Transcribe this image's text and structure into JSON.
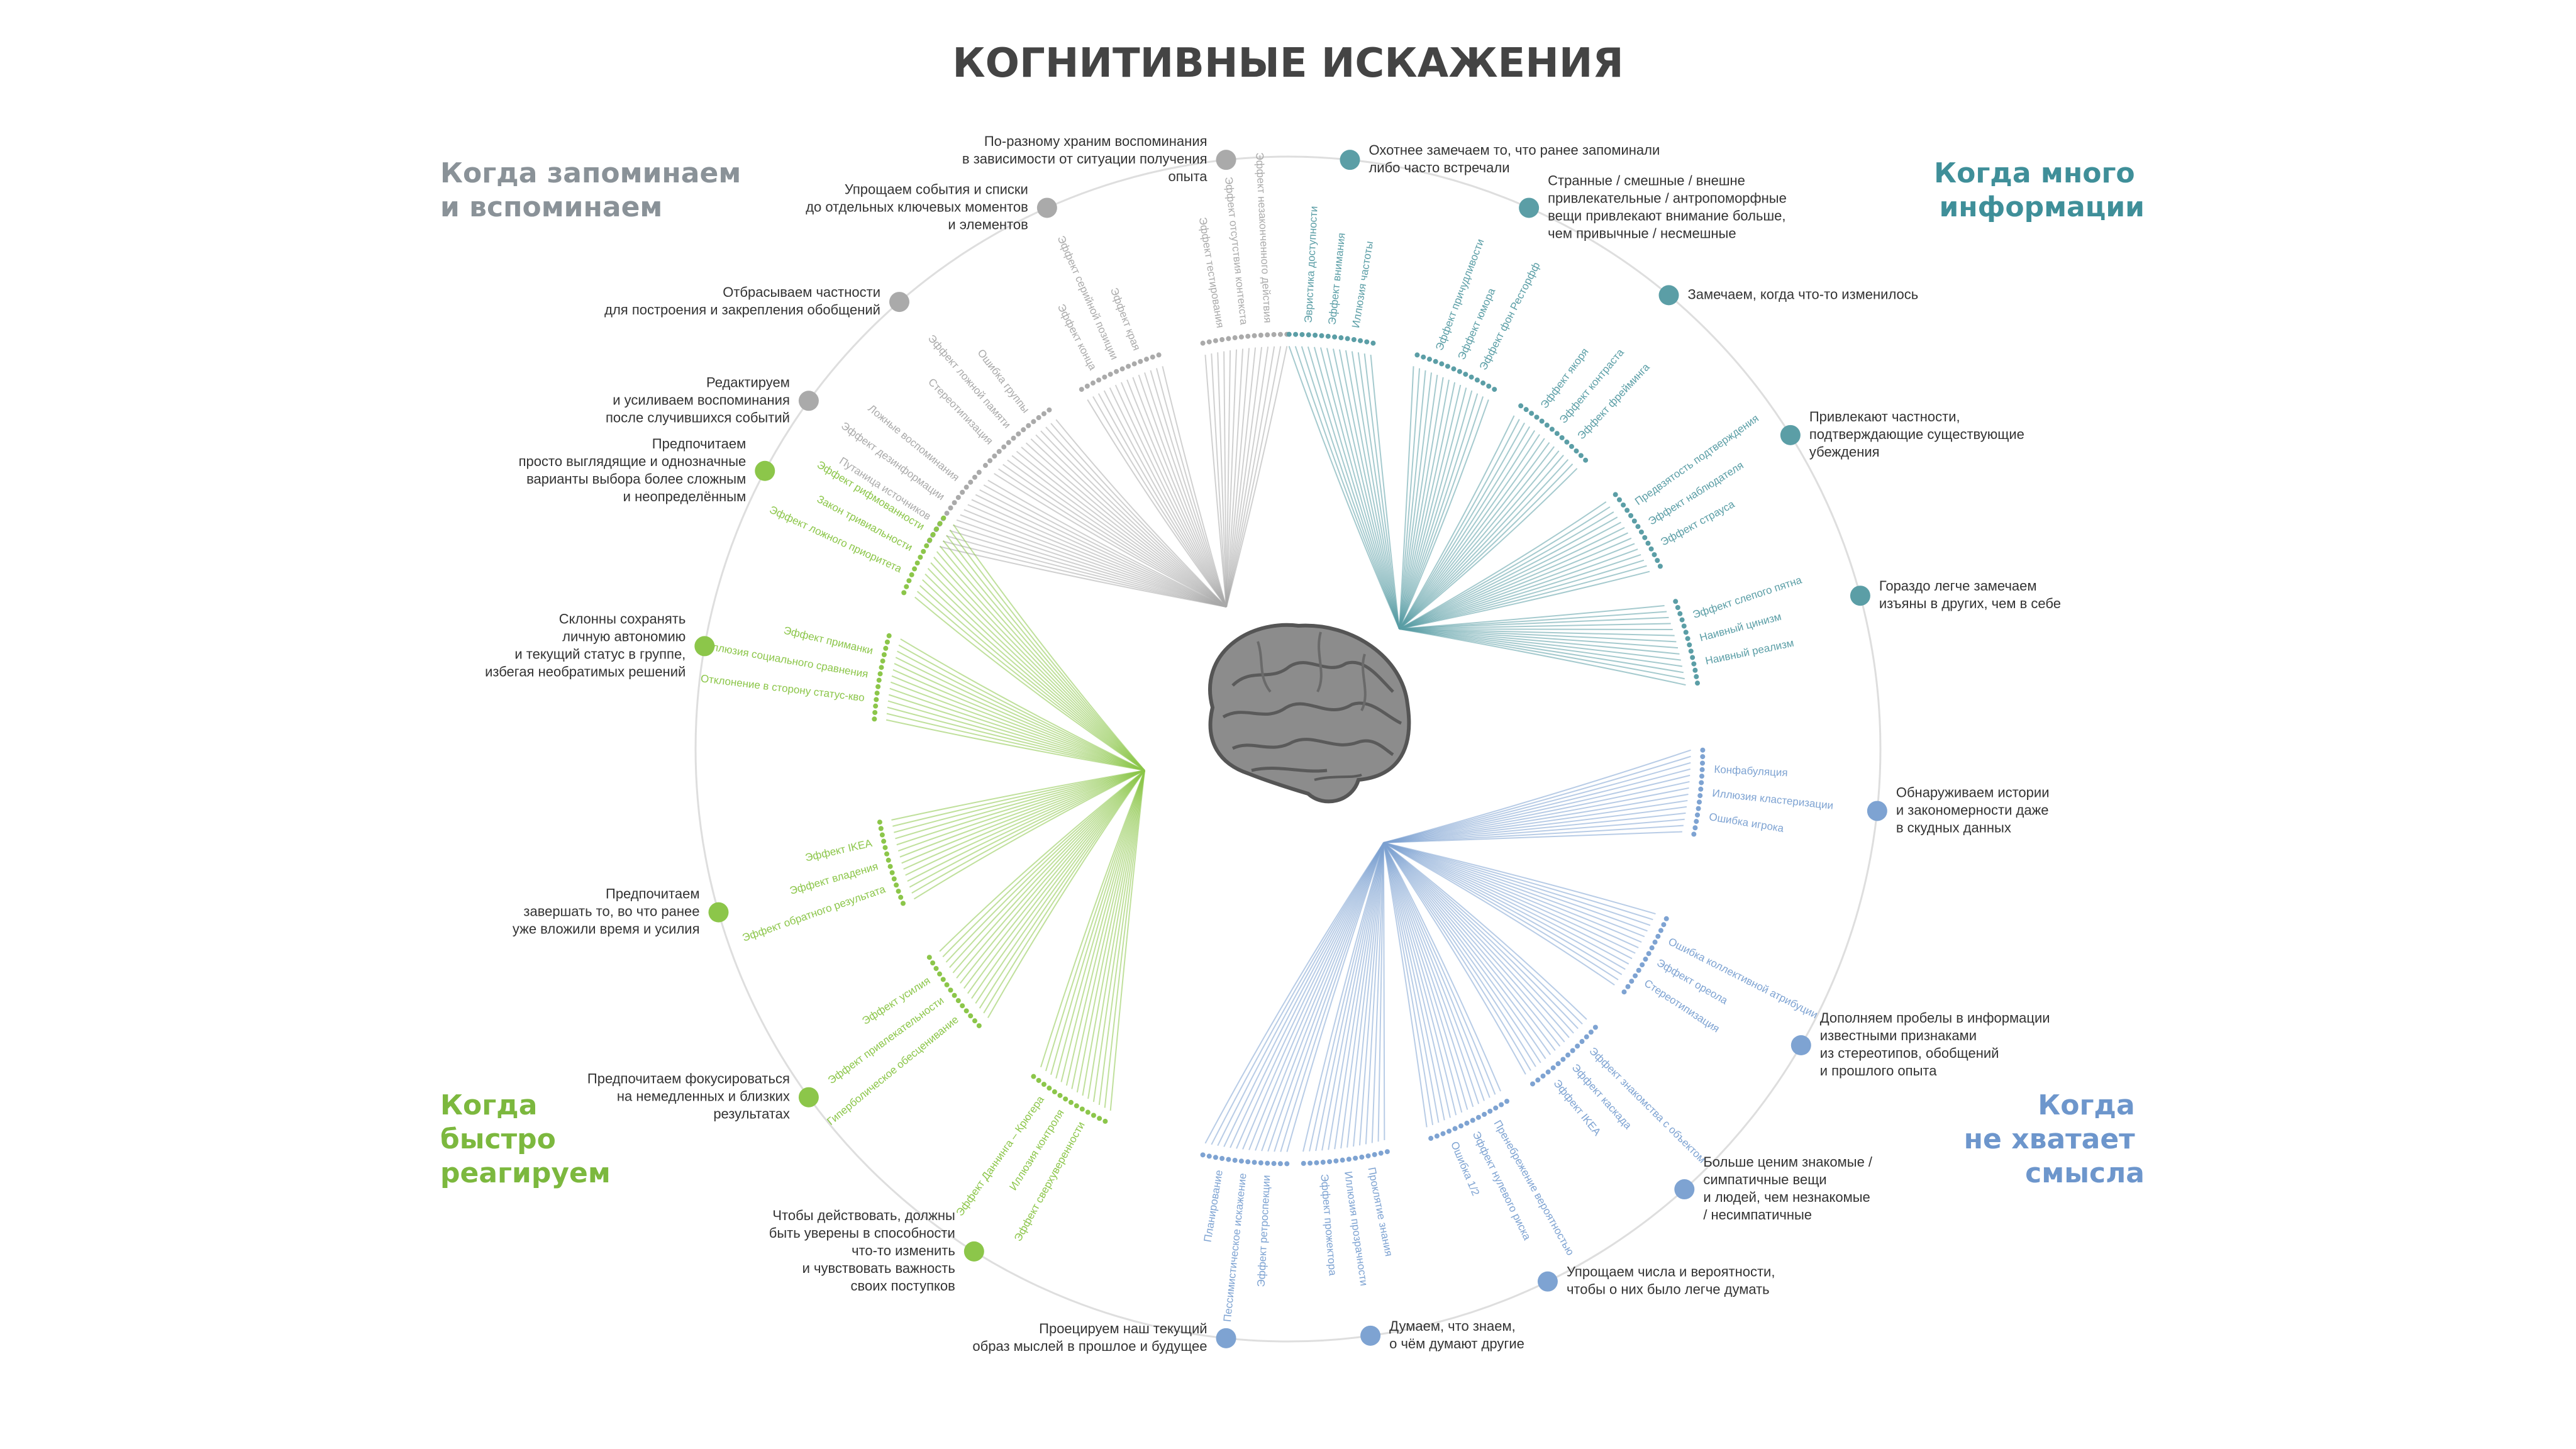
{
  "title": "КОГНИТИВНЫЕ ИСКАЖЕНИЯ",
  "colors": {
    "grey": "#9e9e9e",
    "teal": "#5b9ea6",
    "blue": "#7ea3d2",
    "green": "#8cc64a",
    "title": "#444444",
    "ring": "#dddddd"
  },
  "quadrants": {
    "remember": {
      "lines": [
        "Когда запоминаем",
        "и вспоминаем"
      ],
      "color": "#8a9298"
    },
    "info": {
      "lines": [
        "Когда много",
        "информации"
      ],
      "color": "#3f8f99"
    },
    "meaning": {
      "lines": [
        "Когда",
        "не хватает",
        "смысла"
      ],
      "color": "#6d96cc"
    },
    "react": {
      "lines": [
        "Когда",
        "быстро",
        "реагируем"
      ],
      "color": "#7cb83e"
    }
  },
  "brain_icon": "brain-icon",
  "categories": [
    {
      "lines": [
        "По-разному храним воспоминания",
        "в зависимости от ситуации получения",
        "опыта"
      ],
      "color": "#aaaaaa",
      "leaves": [
        "Эффект тестирования",
        "Эффект отсутствия контекста",
        "Эффект незаконченного действия"
      ]
    },
    {
      "lines": [
        "Упрощаем события и списки",
        "до отдельных ключевых моментов",
        "и элементов"
      ],
      "color": "#aaaaaa",
      "leaves": [
        "Эффект конца",
        "Эффект серийной позиции",
        "Эффект края"
      ]
    },
    {
      "lines": [
        "Отбрасываем частности",
        "для построения и закрепления обобщений"
      ],
      "color": "#aaaaaa",
      "leaves": [
        "Стереотипизация",
        "Эффект ложной памяти",
        "Ошибка группы"
      ]
    },
    {
      "lines": [
        "Редактируем",
        "и усиливаем воспоминания",
        "после случившихся событий"
      ],
      "color": "#aaaaaa",
      "leaves": [
        "Путаница источников",
        "Эффект дезинформации",
        "Ложные воспоминания"
      ]
    },
    {
      "lines": [
        "Охотнее замечаем то, что ранее запоминали",
        "либо часто встречали"
      ],
      "color": "#5b9ea6",
      "leaves": [
        "Эвристика доступности",
        "Эффект внимания",
        "Иллюзия частоты"
      ]
    },
    {
      "lines": [
        "Странные / смешные / внешне",
        "привлекательные / антропоморфные",
        "вещи привлекают внимание больше,",
        "чем привычные / несмешные"
      ],
      "color": "#5b9ea6",
      "leaves": [
        "Эффект причудливости",
        "Эффект юмора",
        "Эффект фон Ресторфф"
      ]
    },
    {
      "lines": [
        "Замечаем, когда что-то изменилось"
      ],
      "color": "#5b9ea6",
      "leaves": [
        "Эффект якоря",
        "Эффект контраста",
        "Эффект фрейминга"
      ]
    },
    {
      "lines": [
        "Привлекают частности,",
        "подтверждающие существующие",
        "убеждения"
      ],
      "color": "#5b9ea6",
      "leaves": [
        "Предвзятость подтверждения",
        "Эффект наблюдателя",
        "Эффект страуса"
      ]
    },
    {
      "lines": [
        "Гораздо легче замечаем",
        "изъяны в других, чем в себе"
      ],
      "color": "#5b9ea6",
      "leaves": [
        "Эффект слепого пятна",
        "Наивный цинизм",
        "Наивный реализм"
      ]
    },
    {
      "lines": [
        "Обнаруживаем истории",
        "и закономерности даже",
        "в скудных данных"
      ],
      "color": "#7ea3d2",
      "leaves": [
        "Конфабуляция",
        "Иллюзия кластеризации",
        "Ошибка игрока"
      ]
    },
    {
      "lines": [
        "Дополняем пробелы в информации",
        "известными признаками",
        "из стереотипов, обобщений",
        "и прошлого опыта"
      ],
      "color": "#7ea3d2",
      "leaves": [
        "Ошибка коллективной атрибуции",
        "Эффект ореола",
        "Стереотипизация"
      ]
    },
    {
      "lines": [
        "Больше ценим знакомые /",
        "симпатичные вещи",
        "и людей, чем незнакомые",
        "/ несимпатичные"
      ],
      "color": "#7ea3d2",
      "leaves": [
        "Эффект знакомства с объектом",
        "Эффект каскада",
        "Эффект IKEA"
      ]
    },
    {
      "lines": [
        "Упрощаем числа и вероятности,",
        "чтобы о них было легче думать"
      ],
      "color": "#7ea3d2",
      "leaves": [
        "Пренебрежение вероятностью",
        "Эффект нулевого риска",
        "Ошибка 1/2"
      ]
    },
    {
      "lines": [
        "Думаем, что знаем,",
        "о чём думают другие"
      ],
      "color": "#7ea3d2",
      "leaves": [
        "Проклятие знания",
        "Иллюзия прозрачности",
        "Эффект прожектора"
      ]
    },
    {
      "lines": [
        "Проецируем наш текущий",
        "образ мыслей в прошлое и будущее"
      ],
      "color": "#7ea3d2",
      "leaves": [
        "Эффект ретроспекции",
        "Пессимистическое искажение",
        "Планирование"
      ]
    },
    {
      "lines": [
        "Чтобы действовать, должны",
        "быть уверены в способности",
        "что-то изменить",
        "и чувствовать важность",
        "своих поступков"
      ],
      "color": "#8cc64a",
      "leaves": [
        "Эффект сверхуверенности",
        "Иллюзия контроля",
        "Эффект Даннинга – Крюгера"
      ]
    },
    {
      "lines": [
        "Предпочитаем фокусироваться",
        "на немедленных и близких",
        "результатах"
      ],
      "color": "#8cc64a",
      "leaves": [
        "Гиперболическое обесценивание",
        "Эффект привлекательности",
        "Эффект усилия"
      ]
    },
    {
      "lines": [
        "Предпочитаем",
        "завершать то, во что ранее",
        "уже вложили время и усилия"
      ],
      "color": "#8cc64a",
      "leaves": [
        "Эффект обратного результата",
        "Эффект владения",
        "Эффект IKEA"
      ]
    },
    {
      "lines": [
        "Склонны сохранять",
        "личную автономию",
        "и текущий статус в группе,",
        "избегая необратимых решений"
      ],
      "color": "#8cc64a",
      "leaves": [
        "Отклонение в сторону статус-кво",
        "Иллюзия социального сравнения",
        "Эффект приманки"
      ]
    },
    {
      "lines": [
        "Предпочитаем",
        "просто выглядящие и однозначные",
        "варианты выбора более сложным",
        "и неопределённым"
      ],
      "color": "#8cc64a",
      "leaves": [
        "Эффект ложного приоритета",
        "Закон тривиальности",
        "Эффект рифмованности"
      ]
    }
  ]
}
